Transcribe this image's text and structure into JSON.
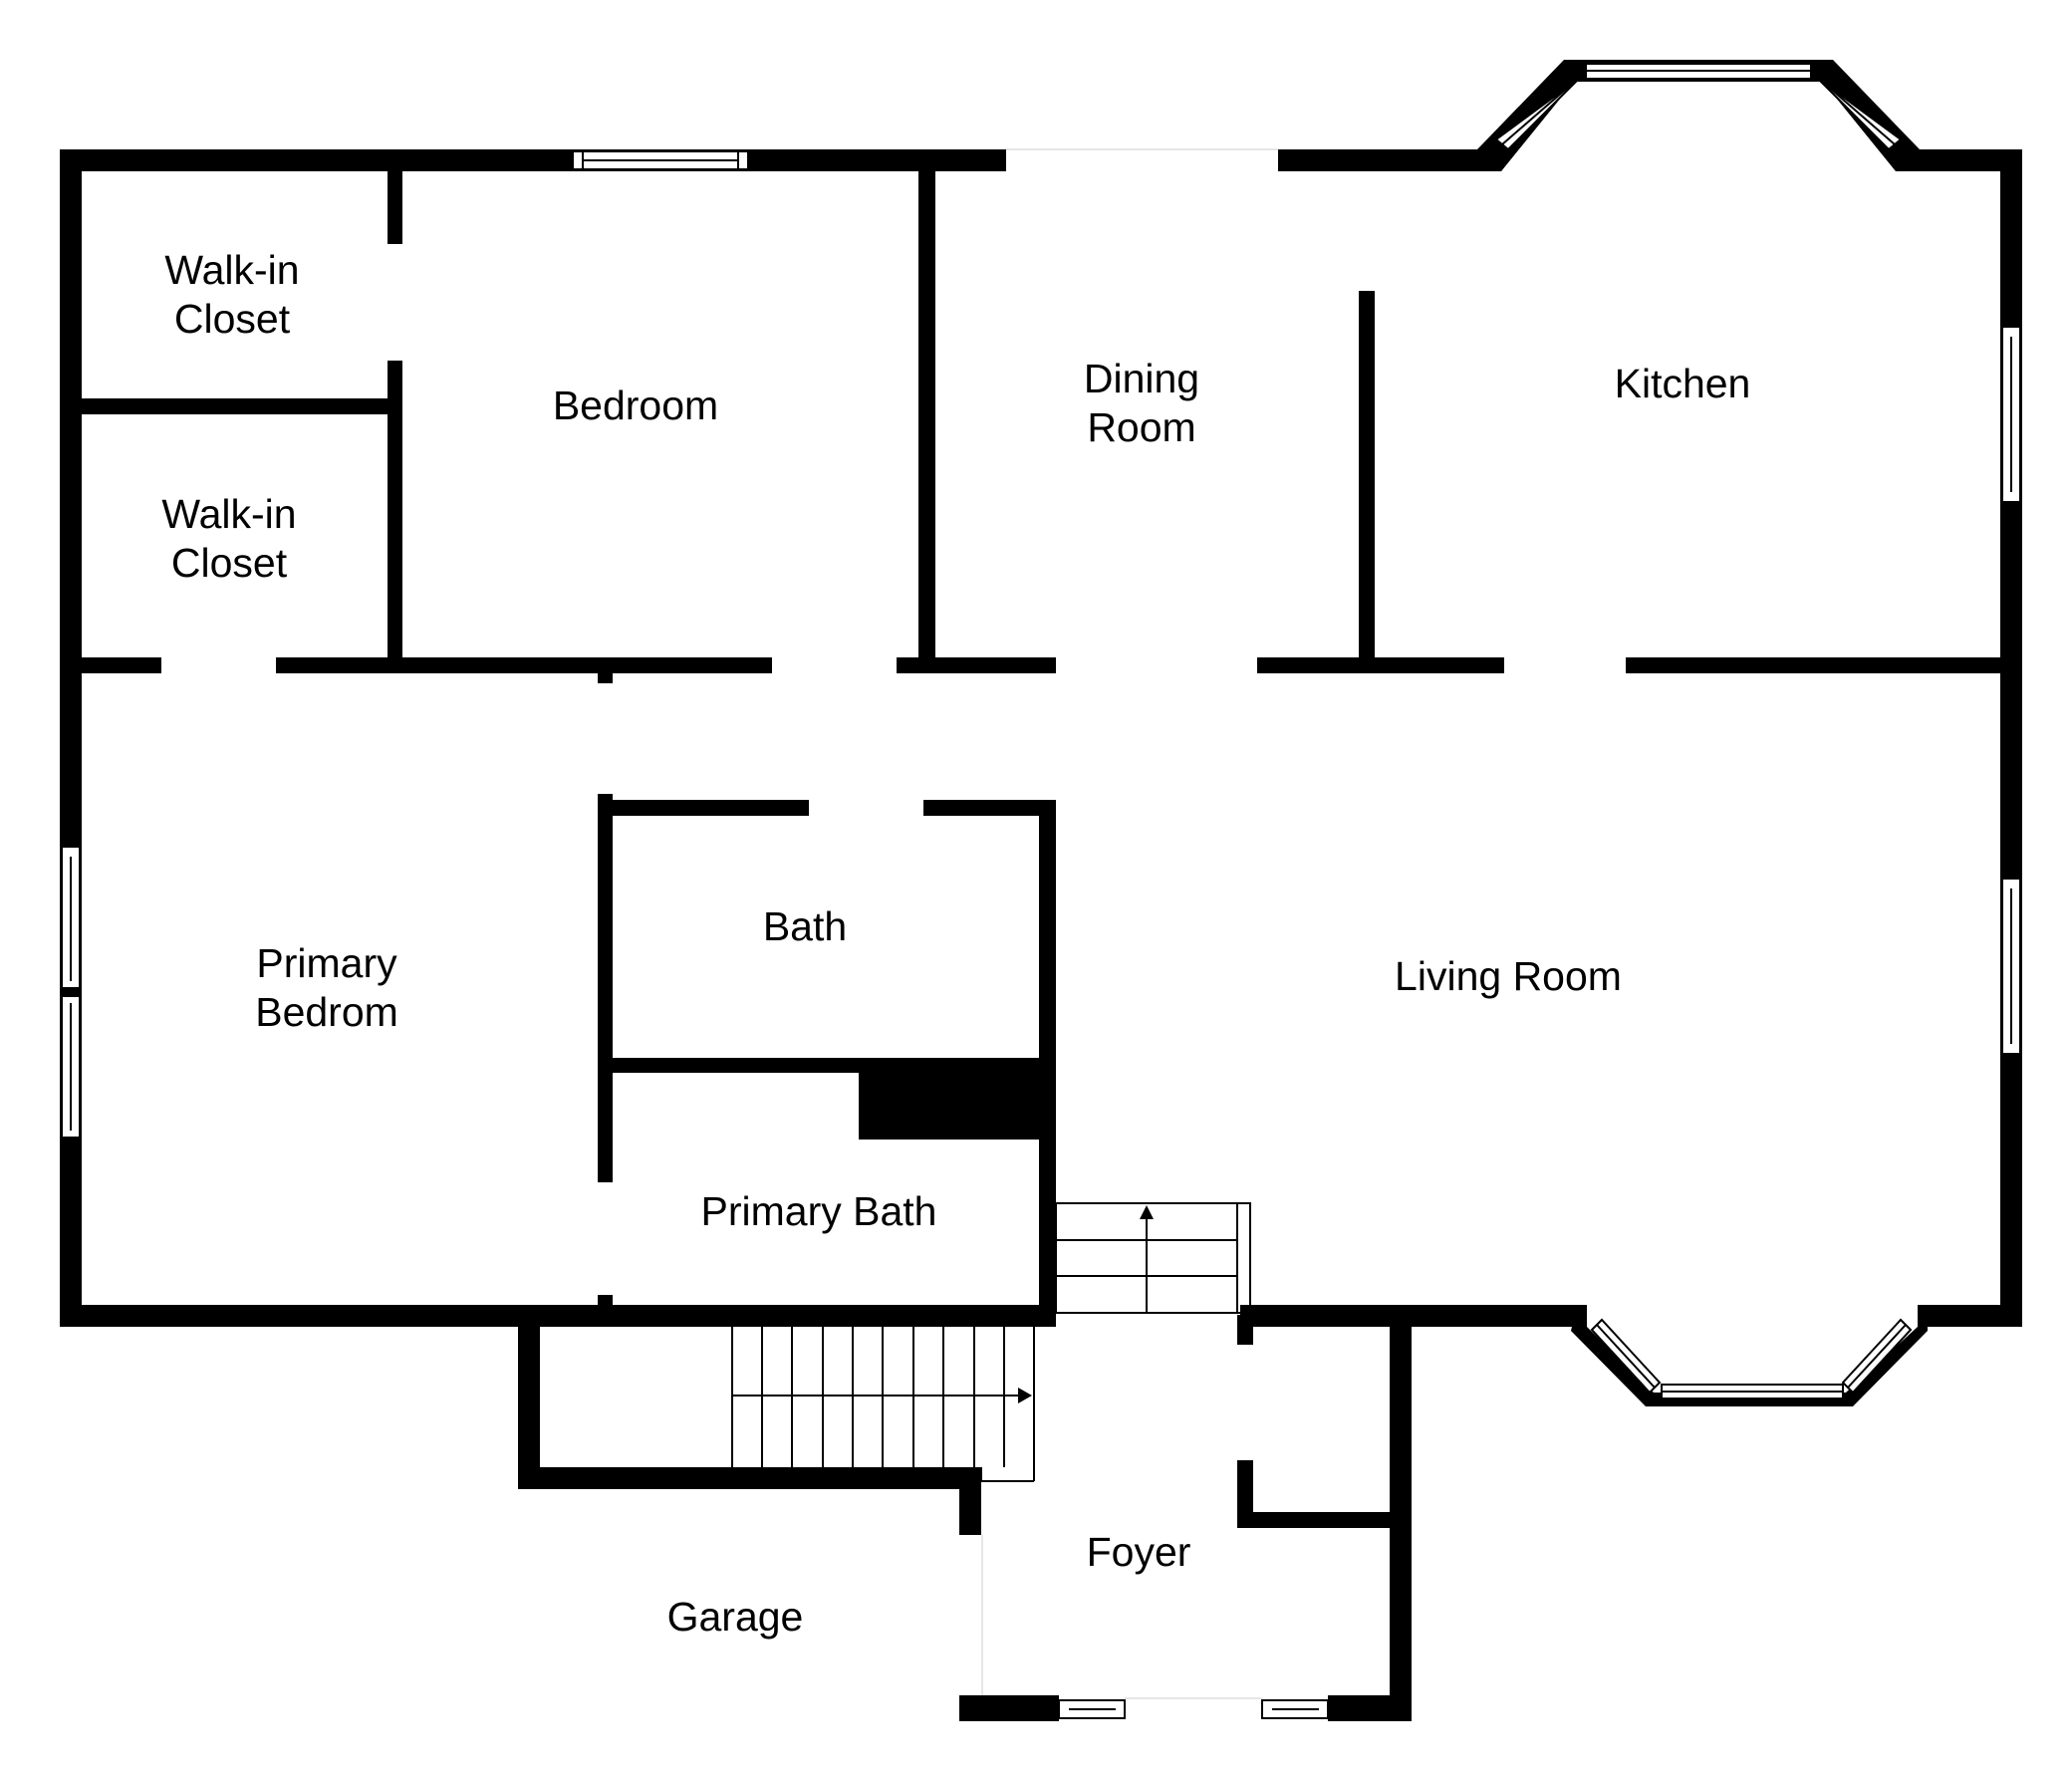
{
  "rooms": {
    "walk_in_closet_1": [
      "Walk-in",
      "Closet"
    ],
    "walk_in_closet_2": [
      "Walk-in",
      "Closet"
    ],
    "bedroom": "Bedroom",
    "dining_room": [
      "Dining",
      "Room"
    ],
    "kitchen": "Kitchen",
    "primary_bedroom": [
      "Primary",
      "Bedrom"
    ],
    "bath": "Bath",
    "living_room": "Living Room",
    "primary_bath": "Primary Bath",
    "garage": "Garage",
    "foyer": "Foyer"
  },
  "colors": {
    "wall": "#000000",
    "background": "#ffffff",
    "window_fill": "#ffffff"
  }
}
